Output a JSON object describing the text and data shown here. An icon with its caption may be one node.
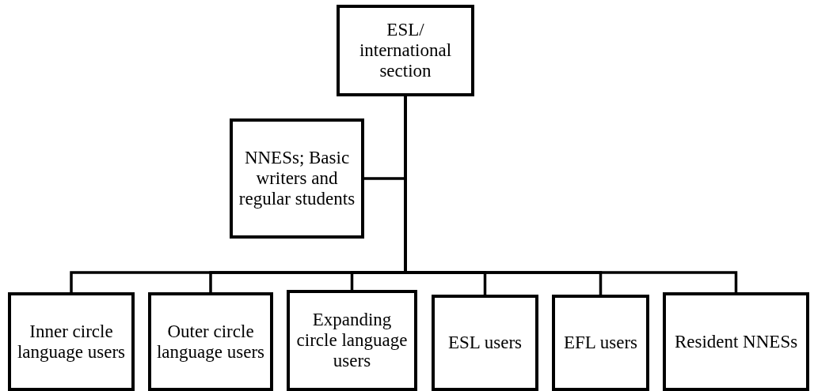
{
  "diagram": {
    "nodes": [
      {
        "text": [
          "ESL/ international section"
        ]
      },
      {
        "text": [
          "NNESs; Basic writers and regular students"
        ]
      },
      {
        "text": [
          "Inner circle language users"
        ]
      },
      {
        "text": [
          "Outer circle language users"
        ]
      },
      {
        "text": [
          "Expanding circle language users"
        ]
      },
      {
        "text": [
          "ESL users"
        ]
      },
      {
        "text": [
          "EFL users"
        ]
      },
      {
        "text": [
          "Resident NNESs"
        ]
      }
    ],
    "edges": [
      {
        "from": 0,
        "to": 1,
        "arrow": "none"
      },
      {
        "from": 0,
        "to": 2,
        "arrow": "none"
      },
      {
        "from": 0,
        "to": 3,
        "arrow": "none"
      },
      {
        "from": 0,
        "to": 4,
        "arrow": "none"
      },
      {
        "from": 0,
        "to": 5,
        "arrow": "none"
      },
      {
        "from": 0,
        "to": 6,
        "arrow": "none"
      },
      {
        "from": 0,
        "to": 7,
        "arrow": "none"
      }
    ]
  }
}
